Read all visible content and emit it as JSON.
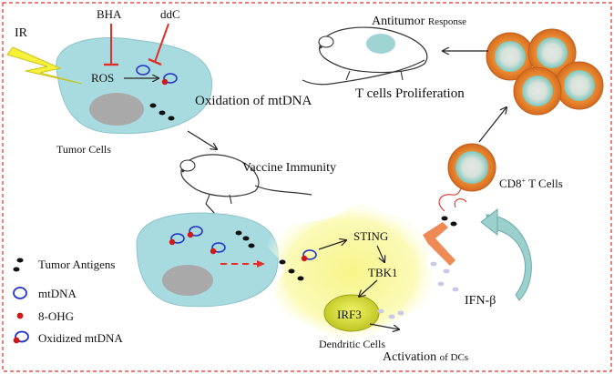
{
  "labels": {
    "ir": "IR",
    "bha": "BHA",
    "ddc": "ddC",
    "ros": "ROS",
    "oxidation": "Oxidation of mtDNA",
    "tumor_cells": "Tumor Cells",
    "vaccine": "Vaccine Immunity",
    "antitumor_main": "Antitumor",
    "antitumor_sub": "Response",
    "t_prolif": "T cells Proliferation",
    "cd8_main": "CD8",
    "cd8_sup": "+",
    "cd8_rest": " T Cells",
    "sting": "STING",
    "tbk1": "TBK1",
    "irf3": "IRF3",
    "ifn": "IFN-β",
    "dendritic": "Dendritic Cells",
    "activation_main": "Activation",
    "activation_sub": "of DCs"
  },
  "legend": [
    {
      "icon": "tumor-antigen",
      "label": "Tumor Antigens"
    },
    {
      "icon": "mtdna",
      "label": "mtDNA"
    },
    {
      "icon": "8-ohg",
      "label": "8-OHG"
    },
    {
      "icon": "oxidized-mtdna",
      "label": "Oxidized mtDNA"
    }
  ],
  "colors": {
    "border": "#e0302a",
    "cell_fill": "#a8dbe0",
    "nucleus": "#a9a9a9",
    "mtdna": "#2233cc",
    "ohg": "#d01818",
    "antigen": "#111111",
    "inhibit": "#e0302a",
    "dc_glow": "#f4f27a",
    "irf_nucleus": "#d8dc2a",
    "tcell_outer": "#e07a28",
    "tcell_inner": "#8fd0c8",
    "receptor": "#ef8a55",
    "ifn_dot": "#c8c8e8",
    "lightning": "#f6f23a"
  }
}
